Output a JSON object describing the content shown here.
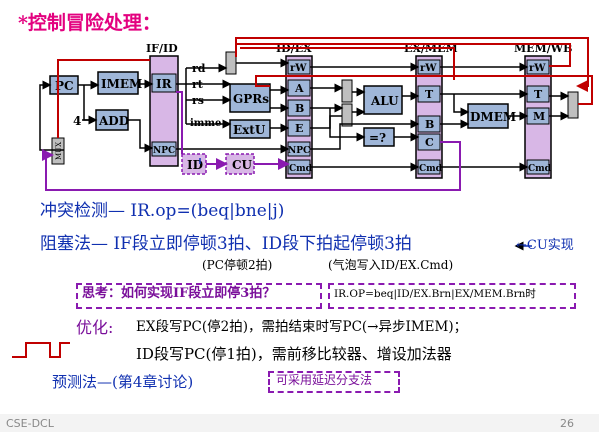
{
  "title": "*控制冒险处理：",
  "stage_labels": {
    "if_id": "IF/ID",
    "id_ex": "ID/EX",
    "ex_mem": "EX/MEM",
    "mem_wb": "MEM/WB"
  },
  "blocks": {
    "pc": "PC",
    "imem": "IMEM",
    "add": "ADD",
    "const4": "4",
    "ir": "IR",
    "npc": "NPC",
    "rd": "rd",
    "rt": "rt",
    "rs": "rs",
    "imme": "imme",
    "gprs": "GPRs",
    "extu": "ExtU",
    "id": "ID",
    "cu": "CU",
    "idex_rw": "rW",
    "idex_a": "A",
    "idex_b": "B",
    "idex_e": "E",
    "idex_npc": "NPC",
    "idex_cmd": "Cmd",
    "alu": "ALU",
    "cmp": "=?",
    "exmem_rw": "rW",
    "exmem_t": "T",
    "exmem_b": "B",
    "exmem_c": "C",
    "exmem_cmd": "Cmd",
    "dmem": "DMEM",
    "memwb_rw": "rW",
    "memwb_t": "T",
    "memwb_m": "M",
    "memwb_cmd": "Cmd",
    "mux": "MUX"
  },
  "text": {
    "conflict": "冲突检测— IR.op=(beq|bne|j)",
    "stall": "阻塞法— IF段立即停顿3拍、ID段下拍起停顿3拍",
    "cu_impl": "←CU实现",
    "pc_stall": "(PC停顿2拍)",
    "bubble": "(气泡写入ID/EX.Cmd)",
    "think": "思考：如何实现IF段立即停3拍？",
    "condition": "IR.OP=beq|ID/EX.Brn|EX/MEM.Brn时",
    "optimize_label": "优化:",
    "opt1": "EX段写PC(停2拍)，需拍结束时写PC(→异步IMEM)；",
    "opt2": "ID段写PC(停1拍)，需前移比较器、增设加法器",
    "predict": "预测法—(第4章讨论)",
    "delay_slot": "可采用延迟分支法"
  },
  "footer": {
    "left": "CSE-DCL",
    "page": "26"
  },
  "colors": {
    "title": "#e3007f",
    "blue_text": "#1030b0",
    "purple": "#7a0f9a",
    "wire_red": "#c00000",
    "wire_purple": "#8a1ab0",
    "block_fill": "#9fb6d8",
    "pipe_fill": "#d8b7e6"
  }
}
